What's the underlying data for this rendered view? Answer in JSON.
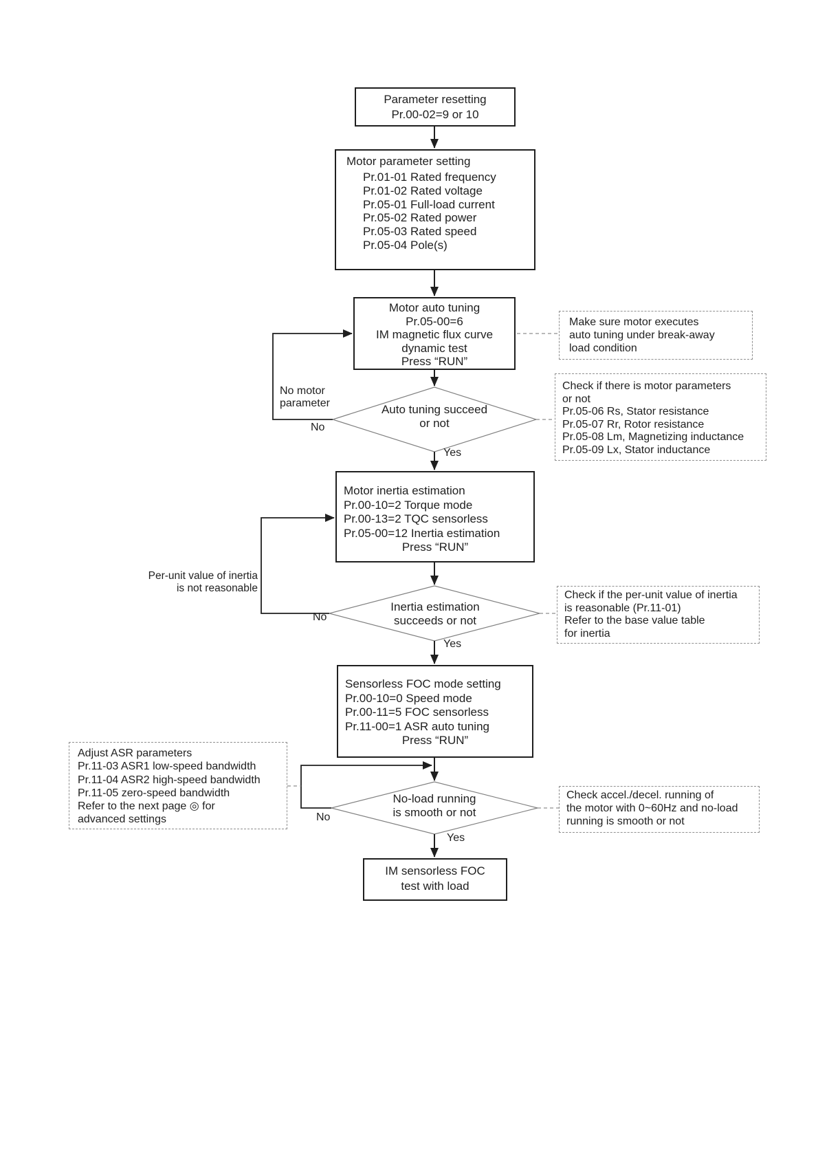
{
  "flowchart": {
    "colors": {
      "line": "#1f1f1f",
      "diamond_stroke": "#808080",
      "dashed_stroke": "#8f8f8f",
      "background": "#ffffff"
    },
    "nodes": {
      "param_reset": {
        "lines": [
          "Parameter resetting",
          "Pr.00-02=9 or 10"
        ]
      },
      "motor_param": {
        "title": "Motor parameter setting",
        "lines": [
          "Pr.01-01 Rated frequency",
          "Pr.01-02 Rated voltage",
          "Pr.05-01 Full-load current",
          "Pr.05-02 Rated power",
          "Pr.05-03 Rated speed",
          "Pr.05-04 Pole(s)"
        ]
      },
      "auto_tuning": {
        "lines": [
          "Motor auto tuning",
          "Pr.05-00=6",
          "IM magnetic flux curve",
          "dynamic test",
          "Press “RUN”"
        ]
      },
      "inertia_est": {
        "lines": [
          "Motor inertia estimation",
          "Pr.00-10=2 Torque mode",
          "Pr.00-13=2 TQC sensorless",
          "Pr.05-00=12 Inertia estimation"
        ],
        "press": "Press “RUN”"
      },
      "foc_mode": {
        "lines": [
          "Sensorless FOC mode setting",
          "Pr.00-10=0 Speed mode",
          "Pr.00-11=5 FOC sensorless",
          "Pr.11-00=1 ASR auto tuning"
        ],
        "press": "Press “RUN”"
      },
      "final_test": {
        "lines": [
          "IM sensorless FOC",
          "test with load"
        ]
      }
    },
    "decisions": {
      "auto_tuning": {
        "lines": [
          "Auto tuning succeed",
          "or not"
        ]
      },
      "inertia": {
        "lines": [
          "Inertia estimation",
          "succeeds or not"
        ]
      },
      "noload": {
        "lines": [
          "No-load running",
          "is smooth or not"
        ]
      }
    },
    "notes": {
      "break_away": {
        "lines": [
          "Make sure motor executes",
          "auto tuning under break-away",
          "load condition"
        ]
      },
      "check_motor_params": {
        "lines": [
          "Check if there is motor parameters",
          "or not",
          "Pr.05-06 Rs, Stator resistance",
          "Pr.05-07 Rr, Rotor resistance",
          "Pr.05-08 Lm, Magnetizing inductance",
          "Pr.05-09 Lx, Stator inductance"
        ]
      },
      "check_inertia": {
        "lines": [
          "Check if the per-unit value of inertia",
          "is reasonable (Pr.11-01)",
          "Refer to the base value table",
          "for inertia"
        ]
      },
      "adjust_asr": {
        "lines": [
          "Adjust ASR parameters",
          "Pr.11-03 ASR1 low-speed bandwidth",
          "Pr.11-04 ASR2 high-speed bandwidth",
          "Pr.11-05 zero-speed bandwidth",
          "Refer to the next page ◎ for",
          "advanced settings"
        ]
      },
      "check_accel": {
        "lines": [
          "Check accel./decel. running of",
          "the motor with 0~60Hz and no-load",
          "running is smooth or not"
        ]
      }
    },
    "labels": {
      "no": "No",
      "yes": "Yes",
      "no_motor_parameter": {
        "lines": [
          "No motor",
          "parameter"
        ]
      },
      "inertia_not_reasonable": {
        "lines": [
          "Per-unit value of inertia",
          "is not reasonable"
        ]
      }
    }
  }
}
